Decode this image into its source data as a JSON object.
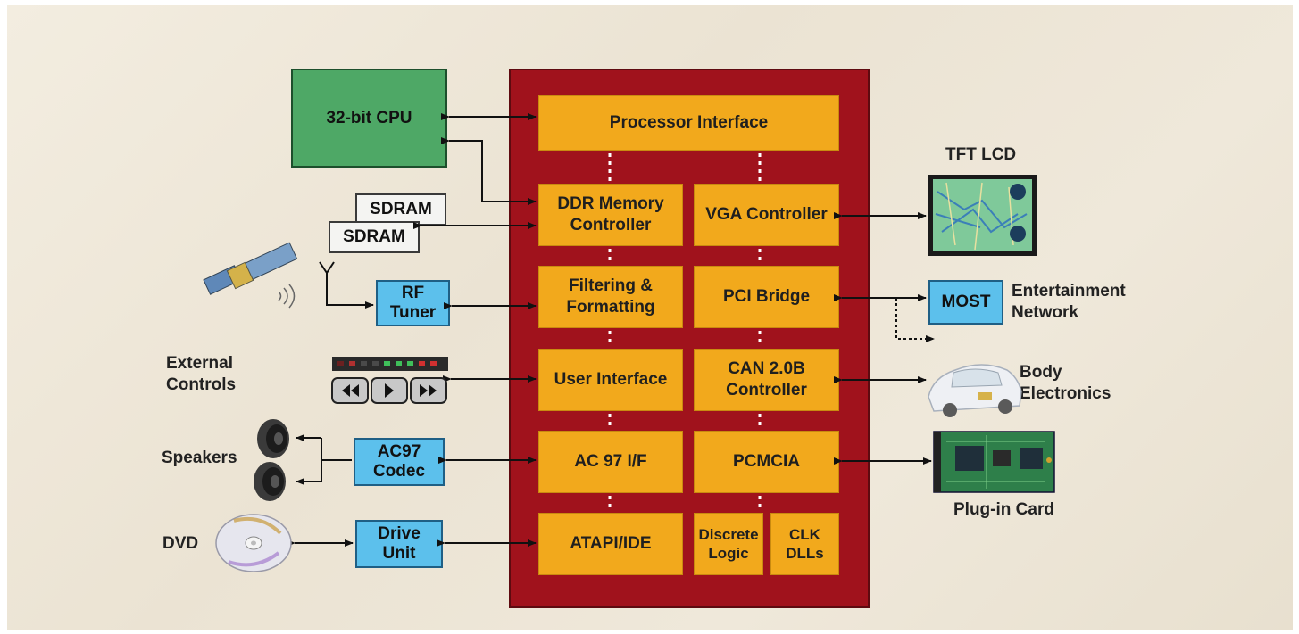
{
  "chip": {
    "processor_interface": "Processor Interface",
    "ddr_memory": "DDR Memory\nController",
    "vga": "VGA Controller",
    "filtering": "Filtering &\nFormatting",
    "pci": "PCI Bridge",
    "user_interface": "User Interface",
    "can": "CAN 2.0B\nController",
    "ac97_if": "AC 97 I/F",
    "pcmcia": "PCMCIA",
    "atapi": "ATAPI/IDE",
    "discrete": "Discrete\nLogic",
    "clk": "CLK\nDLLs"
  },
  "left": {
    "cpu": "32-bit CPU",
    "sdram_back": "SDRAM",
    "sdram_front": "SDRAM",
    "rf_tuner": "RF\nTuner",
    "external_controls": "External\nControls",
    "speakers": "Speakers",
    "ac97_codec": "AC97\nCodec",
    "dvd": "DVD",
    "drive_unit": "Drive\nUnit"
  },
  "right": {
    "tft_lcd": "TFT LCD",
    "most": "MOST",
    "entertainment": "Entertainment\nNetwork",
    "body": "Body\nElectronics",
    "plugin": "Plug-in Card"
  },
  "colors": {
    "chip": "#a0121c",
    "block": "#f2a91c",
    "interface": "#5cc0ec",
    "cpu": "#4ea866"
  }
}
